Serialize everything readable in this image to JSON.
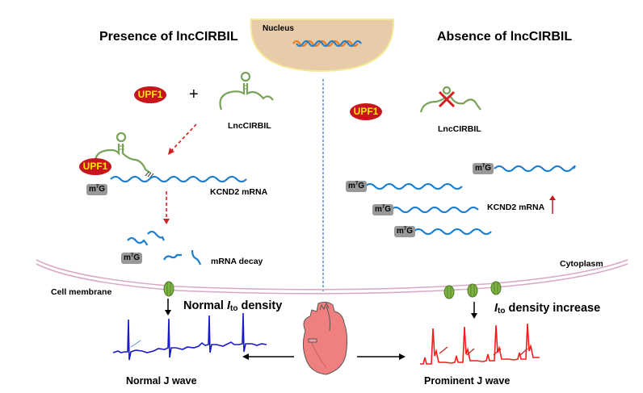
{
  "left_panel": {
    "title": "Presence of lncCIRBIL",
    "upf1_label": "UPF1",
    "plus_sign": "+",
    "lnc_label": "LncCIRBIL",
    "complex_upf1_label": "UPF1",
    "cap_label_main": "m",
    "cap_label_sup": "7",
    "cap_label_end": "G",
    "mrna_label": "KCND2 mRNA",
    "decay_label": "mRNA decay",
    "membrane_label": "Cell membrane",
    "ito_prefix": "Normal ",
    "ito_symbol": "I",
    "ito_sub": "to",
    "ito_suffix": " density",
    "ecg_label": "Normal J wave"
  },
  "right_panel": {
    "title": "Absence of lncCIRBIL",
    "upf1_label": "UPF1",
    "lnc_label": "LncCIRBIL",
    "mrna_label": "KCND2 mRNA",
    "cytoplasm_label": "Cytoplasm",
    "ito_symbol": "I",
    "ito_sub": "to",
    "ito_suffix": " density increase",
    "ecg_label": "Prominent J wave"
  },
  "nucleus": {
    "label": "Nucleus"
  },
  "colors": {
    "upf1_fill": "#c8141c",
    "upf1_text": "#ffe600",
    "lnc_green": "#7aa35a",
    "mrna_blue": "#1e7fd0",
    "nucleus_fill": "#e8cba8",
    "nucleus_border": "#f0e68c",
    "membrane": "#d9a9c6",
    "channel": "#7cb342",
    "ecg_normal": "#1a1acc",
    "ecg_prominent": "#ff1a1a",
    "dashed_arrow": "#d22020",
    "divider": "#3a78d0"
  }
}
